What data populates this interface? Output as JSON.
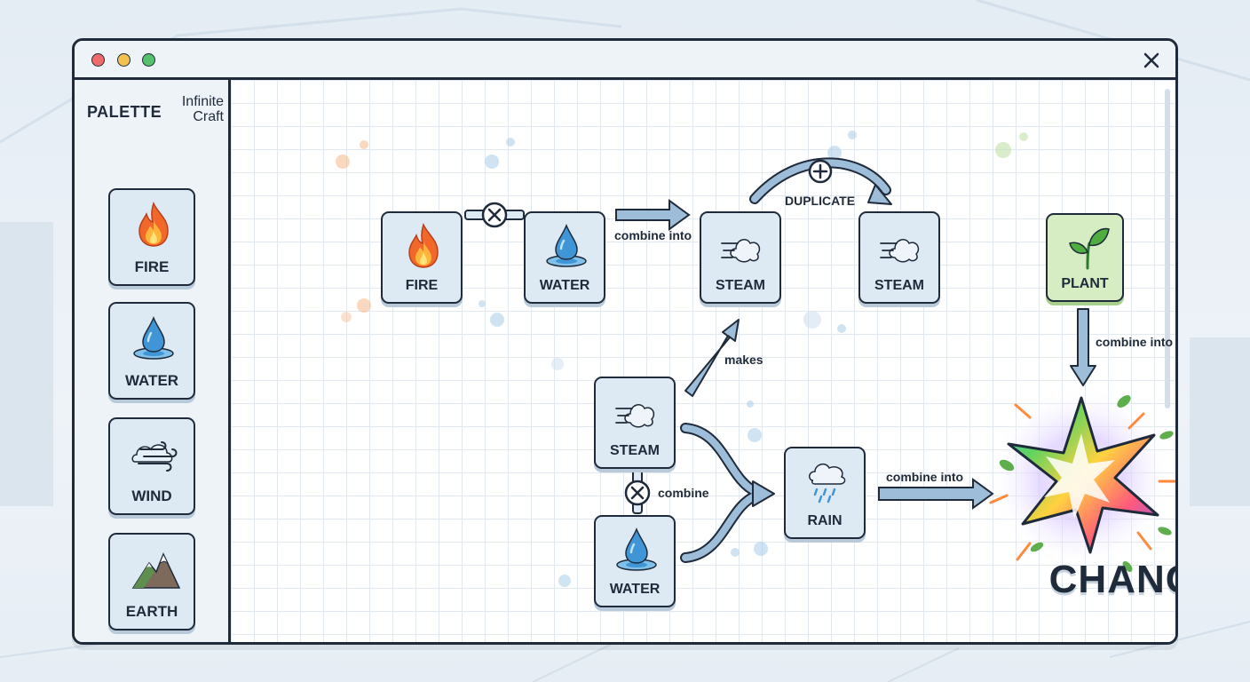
{
  "window": {
    "controls": [
      "close",
      "minimize",
      "maximize"
    ]
  },
  "palette": {
    "title": "PALETTE",
    "logo_line1": "Infinite",
    "logo_line2": "Craft",
    "items": [
      {
        "label": "FIRE",
        "icon": "fire-icon"
      },
      {
        "label": "WATER",
        "icon": "water-drop-icon"
      },
      {
        "label": "WIND",
        "icon": "wind-icon"
      },
      {
        "label": "EARTH",
        "icon": "mountain-icon"
      }
    ]
  },
  "canvas": {
    "nodes": {
      "fire": {
        "label": "FIRE",
        "icon": "fire-icon"
      },
      "water_top": {
        "label": "WATER",
        "icon": "water-drop-icon"
      },
      "steam_top": {
        "label": "STEAM",
        "icon": "steam-icon"
      },
      "steam_copy": {
        "label": "STEAM",
        "icon": "steam-icon"
      },
      "plant": {
        "label": "PLANT",
        "icon": "plant-icon"
      },
      "steam_mid": {
        "label": "STEAM",
        "icon": "steam-icon"
      },
      "water_bottom": {
        "label": "WATER",
        "icon": "water-drop-icon"
      },
      "rain": {
        "label": "RAIN",
        "icon": "rain-cloud-icon"
      }
    },
    "annotations": {
      "combine_into_1": "combine into",
      "duplicate": "DUPLICATE",
      "makes": "makes",
      "combine": "combine",
      "combine_into_2": "combine into",
      "combine_into_3": "combine into"
    },
    "result": {
      "label": "CHANGE",
      "icon": "burst-star-icon"
    }
  },
  "colors": {
    "outline": "#1f2a3a",
    "tile": "#dde9f3",
    "plant_tile": "#d6ecc3",
    "arrow": "#9dbdd8"
  }
}
